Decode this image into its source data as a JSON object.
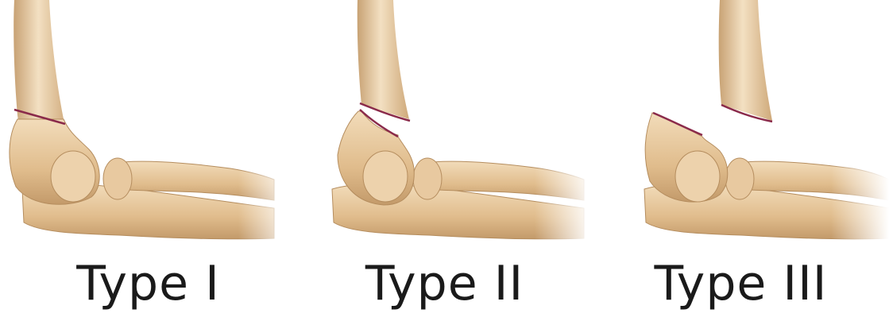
{
  "panels": [
    {
      "label": "Type I"
    },
    {
      "label": "Type II"
    },
    {
      "label": "Type III"
    }
  ],
  "colors": {
    "bone": "#e8c9a0",
    "bone_shade": "#c9a274",
    "bone_dark": "#a27c52",
    "fracture_line": "#8a2a4a"
  }
}
